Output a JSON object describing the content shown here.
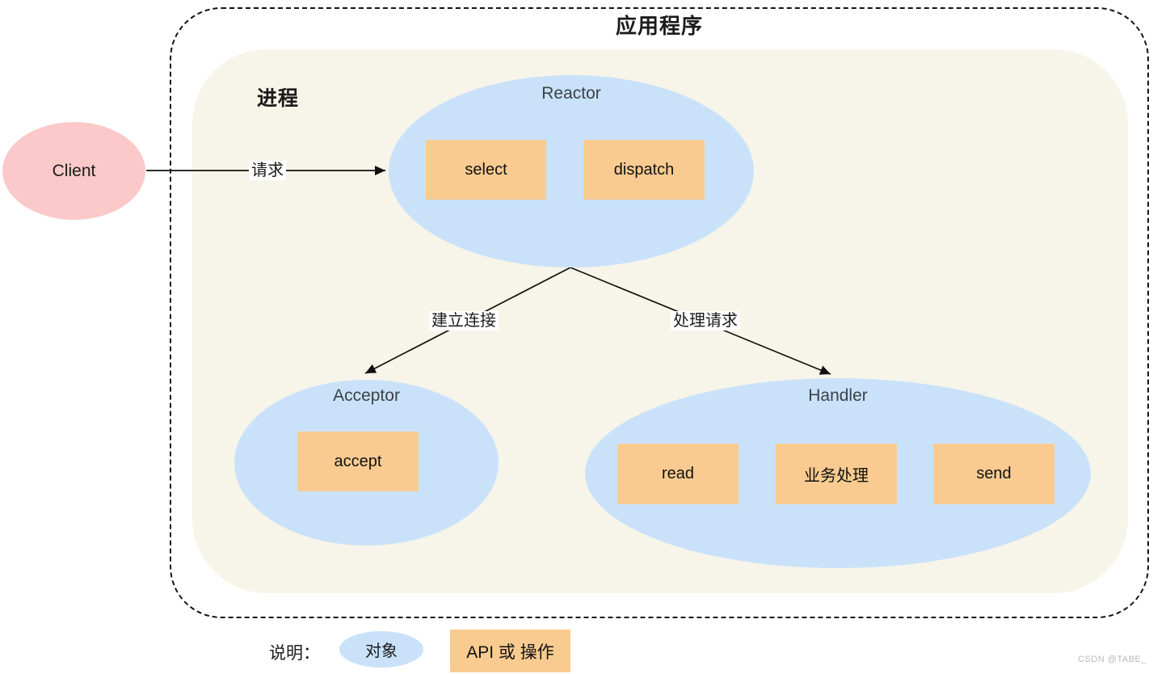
{
  "diagram": {
    "app_title": "应用程序",
    "process_label": "进程",
    "client": {
      "label": "Client"
    },
    "nodes": {
      "reactor": {
        "title": "Reactor",
        "ops": [
          "select",
          "dispatch"
        ]
      },
      "acceptor": {
        "title": "Acceptor",
        "ops": [
          "accept"
        ]
      },
      "handler": {
        "title": "Handler",
        "ops": [
          "read",
          "业务处理",
          "send"
        ]
      }
    },
    "edges": {
      "client_to_reactor": "请求",
      "reactor_to_acceptor": "建立连接",
      "reactor_to_handler": "处理请求"
    },
    "legend": {
      "label": "说明：",
      "object_label": "对象",
      "api_label": "API 或 操作"
    },
    "watermark": "CSDN @TABE_",
    "colors": {
      "object_fill": "#c9e2fa",
      "api_fill": "#f9cb90",
      "client_fill": "#fbc9c9",
      "process_fill": "#f7f4e9",
      "node_title": "#3c4247",
      "edge_line": "#111111"
    }
  }
}
